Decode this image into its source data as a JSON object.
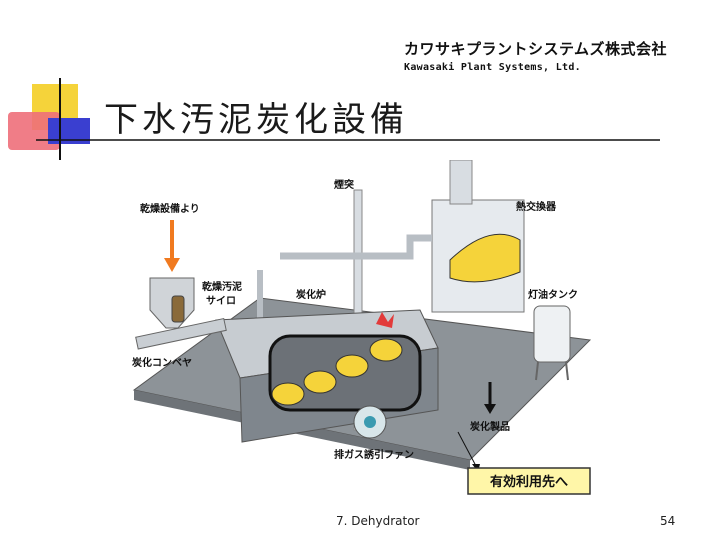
{
  "company": {
    "name_jp": "カワサキプラントシステムズ株式会社",
    "name_en": "Kawasaki Plant Systems, Ltd."
  },
  "slide": {
    "title": "下水汚泥炭化設備"
  },
  "diagram": {
    "labels": {
      "chimney": "煙突",
      "from_dryer": "乾燥設備より",
      "heat_exchanger": "熱交換器",
      "dried_sludge_silo_line1": "乾燥汚泥",
      "dried_sludge_silo_line2": "サイロ",
      "carbonization_furnace": "炭化炉",
      "kerosene_tank": "灯油タンク",
      "char_conveyor": "炭化コンベヤ",
      "char_product": "炭化製品",
      "exhaust_fan": "排ガス誘引ファン",
      "effective_use": "有効利用先へ"
    },
    "colors": {
      "accent_arrow": "#f07a20",
      "frame": "#3c3c3c",
      "yellow": "#f5d33a",
      "red": "#e23a3a",
      "blue": "#3a3fd0"
    }
  },
  "footer": {
    "chapter": "7. Dehydrator",
    "page_number": "54"
  }
}
